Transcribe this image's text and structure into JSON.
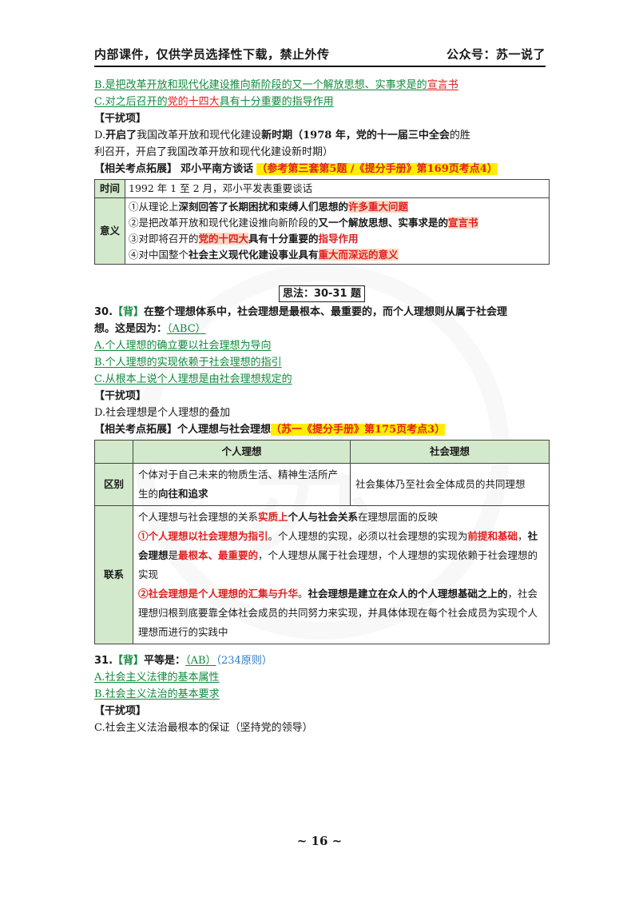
{
  "header": {
    "left": "内部课件，仅供学员选择性下载，禁止外传",
    "right": "公众号：苏一说了"
  },
  "q29_tail": {
    "optB_1": "B.是把改革开放和现代化建设推向新阶段的又一个解放思想、实事求是的",
    "optB_2": "宣言书",
    "optC_1": "C.对之后召开的",
    "optC_2": "党的十四大",
    "optC_3": "具有十分重要的指导作用",
    "distractor_label": "【干扰项】",
    "optD_1": "D.",
    "optD_2": "开启了",
    "optD_3": "我国改革开放和现代化建设",
    "optD_4": "新时期",
    "optD_5": "（1978 年，党的十一届三中全会",
    "optD_6": "的胜",
    "optD_7": "利召开，开启了我国改革开放和现代化建设新时期）",
    "ext_label": "【相关考点拓展】",
    "ext_topic": "邓小平南方谈话",
    "ext_ref": "（参考第三套第5题 /《提分手册》第169页考点4）"
  },
  "table1": {
    "time_label": "时间",
    "time_value": "1992 年 1 至 2 月，邓小平发表重要谈话",
    "meaning_label": "意义",
    "m1_a": "①从理论上",
    "m1_b": "深刻回答了长期困扰和束缚人们思想的",
    "m1_c": "许多重大问题",
    "m2_a": "②是把改革开放和现代化建设推向新阶段的",
    "m2_b": "又一个解放思想、实事求是的",
    "m2_c": "宣言书",
    "m3_a": "③对即将召开的",
    "m3_b": "党的十四大",
    "m3_c": "具有十分重要的",
    "m3_d": "指导作用",
    "m4_a": "④对中国整个",
    "m4_b": "社会主义现代化建设事业具有",
    "m4_c": "重大而深远的意义"
  },
  "section_title": "思法：30-31 题",
  "q30": {
    "num": "30.",
    "tag": "【背】",
    "stem_1": "在整个理想体系中，社会理想是最根本、最重要的，而个人理想则从属于社会理",
    "stem_2": "想。这是因为：",
    "answer": "（ABC）",
    "optA": "A.个人理想的确立要以社会理想为导向",
    "optB": "B.个人理想的实现依赖于社会理想的指引",
    "optC": "C.从根本上说个人理想是由社会理想规定的",
    "distractor_label": "【干扰项】",
    "optD": "D.社会理想是个人理想的叠加",
    "ext_label": "【相关考点拓展】",
    "ext_topic": "个人理想与社会理想",
    "ext_ref": "（苏一《提分手册》第175页考点3）"
  },
  "table2": {
    "col1": "个人理想",
    "col2": "社会理想",
    "row1_label": "区别",
    "row1_c1_a": "个体对于自己未来的物质生活、精神生活",
    "row1_c1_b": "所产生的",
    "row1_c1_c": "向往和追求",
    "row1_c2": "社会集体乃至社会全体成员的共同理想",
    "row2_label": "联系",
    "l1_a": "个人理想与社会理想的关系",
    "l1_b": "实质上",
    "l1_c": "个人与社会关系",
    "l1_d": "在理想层面的反映",
    "l2_a": "①个人理想以社会理想为指引",
    "l2_b": "。个人理想的实现，必须以社会理想的实现为",
    "l2_c": "前提和基础",
    "l2_d": "，",
    "l2_e": "社会理想",
    "l2_f": "是",
    "l2_g": "最根本、最重要的",
    "l2_h": "，个人理想从属于社会理想，个人理想的实现依赖于社会理想的实现",
    "l3_a": "②社会理想是个人理想的汇集与升华",
    "l3_b": "。",
    "l3_c": "社会理想是建立在众人的个人理想基础之上的",
    "l3_d": "，社会理想归根到底要靠全体社会成员的共同努力来实现，并具体体现在每个社会成员为实现个人理想而进行的实践中"
  },
  "q31": {
    "num": "31.",
    "tag": "【背】",
    "stem": "平等是：",
    "answer": "（AB）",
    "note": "（234原则）",
    "optA": "A.社会主义法律的基本属性",
    "optB": "B.社会主义法治的基本要求",
    "distractor_label": "【干扰项】",
    "optC": "C.社会主义法治最根本的保证（坚持党的领导）"
  },
  "footer": {
    "page": "~ 16 ~"
  },
  "colors": {
    "green": "#0f8a3c",
    "red": "#e02020",
    "highlight": "#ffee00",
    "table_header": "#d3e9cb",
    "peach": "#fbd9c4"
  }
}
